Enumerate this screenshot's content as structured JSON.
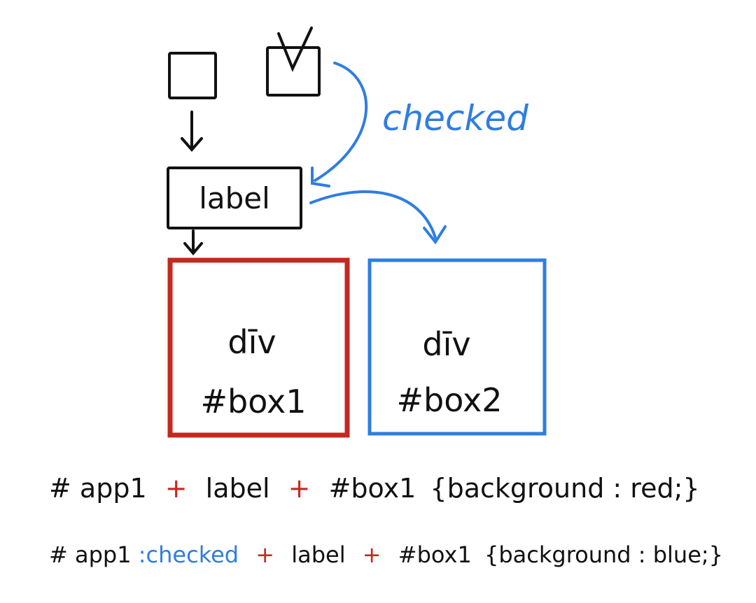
{
  "colors": {
    "ink": "#111111",
    "red": "#c4281f",
    "blue": "#2f7de1"
  },
  "diagram": {
    "checked_label": "checked",
    "label_box_text": "label",
    "box1": {
      "line1": "dīv",
      "line2": "#box1"
    },
    "box2": {
      "line1": "dīv",
      "line2": "#box2"
    }
  },
  "code": {
    "line1": {
      "selector_start": "# app1",
      "plus1": "+",
      "label": "label",
      "plus2": "+",
      "target": "#box1",
      "rule": "{background : red;}"
    },
    "line2": {
      "selector_start": "# app1",
      "pseudo": ":checked",
      "plus1": "+",
      "label": "label",
      "plus2": "+",
      "target": "#box1",
      "rule": "{background : blue;}"
    }
  }
}
